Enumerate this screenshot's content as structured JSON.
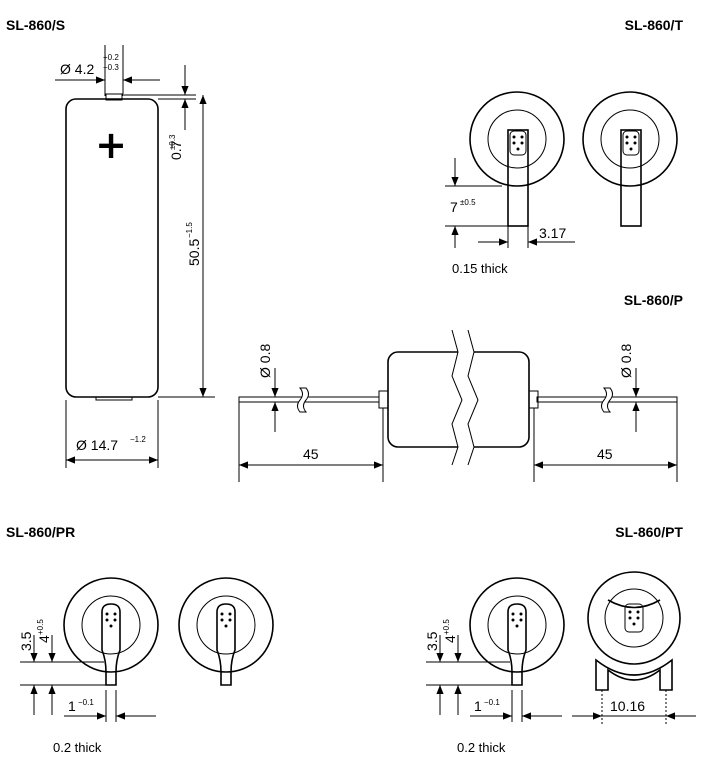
{
  "labels": {
    "s": "SL-860/S",
    "t": "SL-860/T",
    "p": "SL-860/P",
    "pr": "SL-860/PR",
    "pt": "SL-860/PT"
  },
  "s": {
    "terminal_dia": "Ø 4.2",
    "terminal_dia_plus": "+0.2",
    "terminal_dia_minus": "−0.3",
    "plus_sign": "+",
    "terminal_height": "0.7",
    "terminal_height_tol": "±0.3",
    "length": "50.5",
    "length_tol": "−1.5",
    "diameter": "Ø 14.7",
    "diameter_tol": "−1.2"
  },
  "t": {
    "tab_length": "7",
    "tab_length_tol": "±0.5",
    "tab_width": "3.17",
    "thickness": "0.15 thick"
  },
  "p": {
    "wire_dia_left": "Ø 0.8",
    "wire_dia_right": "Ø 0.8",
    "lead_left": "45",
    "lead_right": "45"
  },
  "pr": {
    "dim_a": "3.5",
    "dim_b": "4",
    "dim_b_tol": "+0.5",
    "pin_width": "1",
    "pin_width_tol": "−0.1",
    "thickness": "0.2 thick"
  },
  "pt": {
    "dim_a": "3.5",
    "dim_b": "4",
    "dim_b_tol": "+0.5",
    "pin_width": "1",
    "pin_width_tol": "−0.1",
    "pin_spacing": "10.16",
    "thickness": "0.2 thick"
  }
}
